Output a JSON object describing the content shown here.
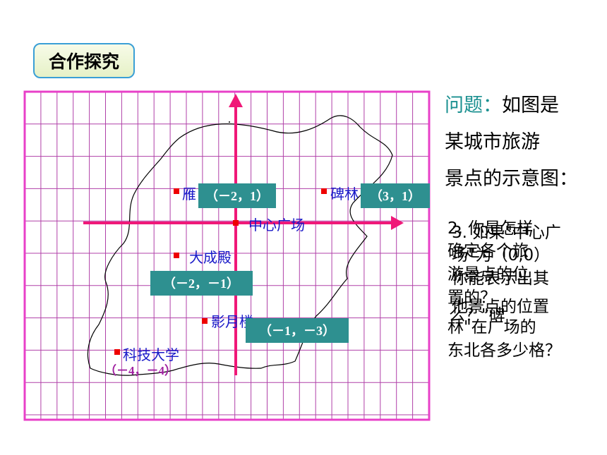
{
  "section_title": "合作探究",
  "question": {
    "label": "问题：",
    "line1": "如图是",
    "line2": "某城市旅游",
    "line3": "景点的示意图："
  },
  "overlapping_text": {
    "line1": "2. 你是怎样",
    "line2": "确定各个旅",
    "line3": "游景点的位",
    "line4": "置的？",
    "q3_line1": "3. 如果\"中心广",
    "q3_line2": "场\"为（0,0）",
    "q3_line3": "你能表示出其",
    "q3_line4": "他景点的位置",
    "q3_line5": "林\"在广场的",
    "q3_line6": "东北各多少格？",
    "q3_fragment": "么？\"碑"
  },
  "places": [
    {
      "name": "雁塔",
      "shown": "雁",
      "gx": -2,
      "gy": 1,
      "coord": "（－2，1）"
    },
    {
      "name": "碑林",
      "shown": "碑林",
      "gx": 3,
      "gy": 1,
      "coord": "（3，1）"
    },
    {
      "name": "中心广场",
      "shown": "中心广场",
      "gx": 0,
      "gy": 0,
      "coord": ""
    },
    {
      "name": "大成殿",
      "shown": "大成殿",
      "gx": -2,
      "gy": -1,
      "coord": "（－2，－1）"
    },
    {
      "name": "影月楼",
      "shown": "影月楼",
      "gx": -1,
      "gy": -3,
      "coord": "（－1，－3）"
    },
    {
      "name": "科技大学",
      "shown": "科技大学",
      "gx": -4,
      "gy": -4,
      "coord": "（－4，－4）"
    }
  ],
  "colors": {
    "grid_line": "#b040a8",
    "border": "#e840c8",
    "axis": "#f01878",
    "coord_box": "#2e9090",
    "place_text": "#1818c8",
    "marker": "#ee0000",
    "kd_coord": "#a020a0",
    "question_label": "#1a9090"
  }
}
